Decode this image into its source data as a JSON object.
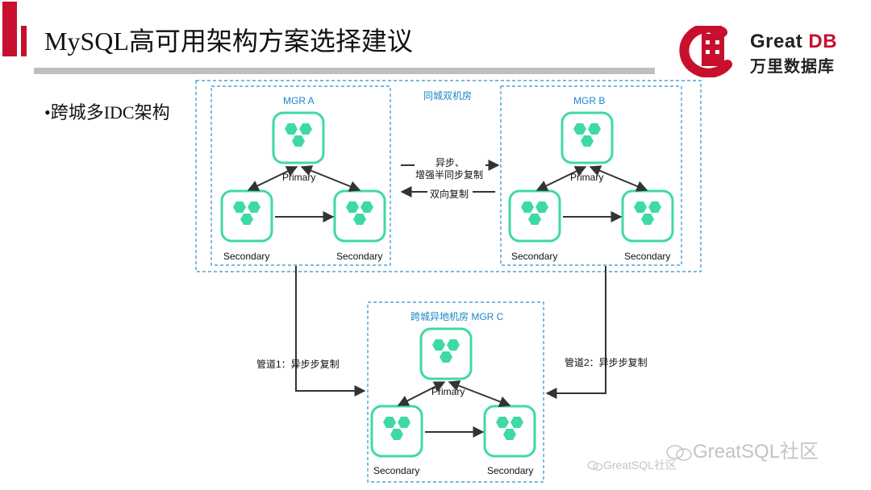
{
  "slide": {
    "title": "MySQL高可用架构方案选择建议",
    "bullet": "•跨城多IDC架构"
  },
  "logo": {
    "brand_main": "Great",
    "brand_db": "DB",
    "brand_cn": "万里数据库",
    "colors": {
      "red": "#c8102e",
      "dark": "#222222"
    }
  },
  "diagram": {
    "region_same_city": "同城双机房",
    "mgr_a": "MGR A",
    "mgr_b": "MGR B",
    "mgr_c": "跨城异地机房 MGR C",
    "primary": "Primary",
    "secondary": "Secondary",
    "sync_label_line1": "异步、",
    "sync_label_line2": "增强半同步复制",
    "bidirectional_label": "双向复制",
    "pipe1_label": "管道1：异步步复制",
    "pipe2_label": "管道2：异步步复制",
    "colors": {
      "box_border": "#2f8fcf",
      "node_border": "#3fd9a6",
      "node_fill": "#3fd9a6",
      "arrow": "#333333"
    }
  },
  "watermark": {
    "large": "GreatSQL社区",
    "small": "GreatSQL社区"
  }
}
